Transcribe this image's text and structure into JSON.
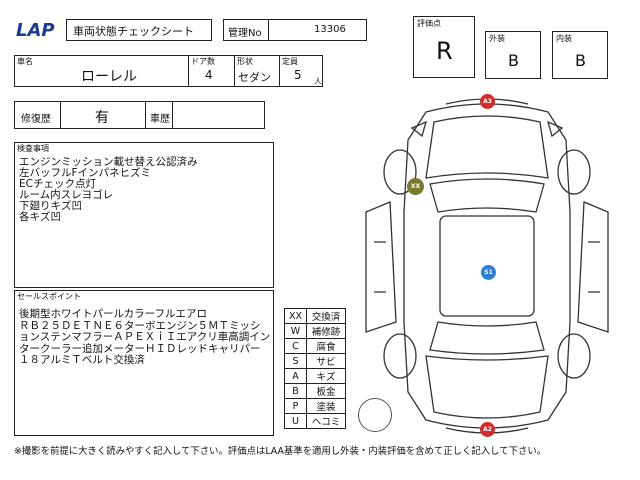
{
  "header": {
    "logo_text": "LAP",
    "sheet_title": "車両状態チェックシート",
    "control_no_label": "管理No",
    "control_no": "13306"
  },
  "grade": {
    "overall_label": "評価点",
    "overall": "R",
    "exterior_label": "外装",
    "exterior": "B",
    "interior_label": "内装",
    "interior": "B"
  },
  "vehicle": {
    "name_label": "車名",
    "name": "ローレル",
    "doors_label": "ドア数",
    "doors": "4",
    "body_label": "形状",
    "body": "セダン",
    "capacity_label": "定員",
    "capacity": "5",
    "capacity_unit": "人"
  },
  "history": {
    "repair_label": "修復歴",
    "repair": "有",
    "car_history_label": "車歴",
    "car_history": ""
  },
  "inspection": {
    "label": "検査事項",
    "lines": "エンジンミッション載せ替え公認済み\n左バッフルFインパネヒズミ\nECチェック点灯\nルーム内スレヨゴレ\n下廻りキズ凹\n各キズ凹"
  },
  "sales": {
    "label": "セールスポイント",
    "lines": "後期型ホワイトパールカラーフルエアロ\nＲＢ２５ＤＥＴＮＥ６ターボエンジン５ＭＴミッシ\nョンステンマフラーＡＰＥＸｉＩエアクリ車高調イン\nタークーラー追加メーターＨＩＤレッドキャリパー\n１８アルミＴベルト交換済"
  },
  "legend": [
    {
      "code": "XX",
      "label": "交換済"
    },
    {
      "code": "W",
      "label": "補修跡"
    },
    {
      "code": "C",
      "label": "腐食"
    },
    {
      "code": "S",
      "label": "サビ"
    },
    {
      "code": "A",
      "label": "キズ"
    },
    {
      "code": "B",
      "label": "板金"
    },
    {
      "code": "P",
      "label": "塗装"
    },
    {
      "code": "U",
      "label": "ヘコミ"
    }
  ],
  "markers": {
    "front": "A3",
    "rear": "A2",
    "roof": "S1",
    "left_fender": "XX",
    "colors": {
      "a": "#d42a2a",
      "s": "#2f7fd6",
      "xx": "#7a7a2a"
    }
  },
  "footer": "※撮影を前提に大きく読みやすく記入して下さい。評価点はLAA基準を適用し外装・内装評価を含めて正しく記入して下さい。"
}
